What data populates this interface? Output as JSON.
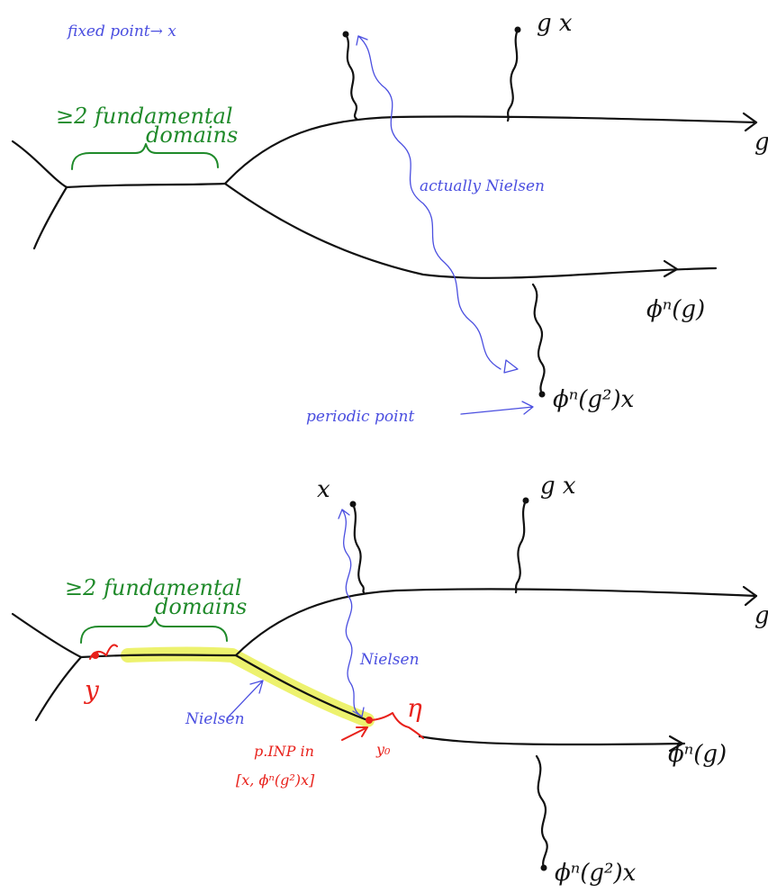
{
  "top": {
    "fundamental_domains_1": "≥2 fundamental",
    "fundamental_domains_2": "domains",
    "fixed_point": "fixed point→ x",
    "gx": "g x",
    "g": "g",
    "actually_nielsen": "actually Nielsen",
    "phi_g": "ϕⁿ(g)",
    "periodic_point": "periodic point",
    "phi_g2x": "ϕⁿ(g²)x"
  },
  "bottom": {
    "x": "x",
    "gx": "g x",
    "g": "g",
    "fundamental_domains_1": "≥2 fundamental",
    "fundamental_domains_2": "domains",
    "nielsen_right": "Nielsen",
    "nielsen_left": "Nielsen",
    "y_left": "y",
    "eta": "η",
    "y0": "y₀",
    "p_inp_1": "p.INP in",
    "p_inp_2": "[x, ϕⁿ(g²)x]",
    "phi_g": "ϕⁿ(g)",
    "phi_g2x": "ϕⁿ(g²)x"
  },
  "colors": {
    "ink": "#111111",
    "green": "#1f8a2a",
    "blue": "#4b4fe0",
    "red": "#e8211b",
    "highlight": "#e9ef4a"
  }
}
